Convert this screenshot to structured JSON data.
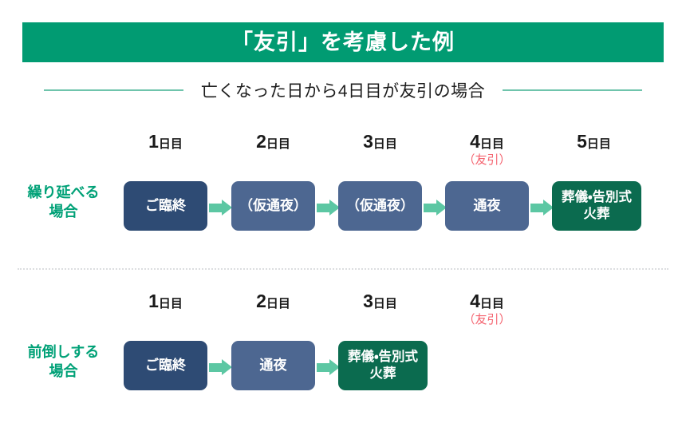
{
  "header": {
    "title": "「友引」を考慮した例",
    "banner_color": "#019B72"
  },
  "subtitle": {
    "text": "亡くなった日から4日目が友引の場合",
    "rule_color": "#6FC4AC"
  },
  "colors": {
    "accent_green": "#00A177",
    "node_dark": "#2E4B74",
    "node_mid": "#4D6791",
    "node_green": "#0B6B4F",
    "arrow": "#5CC7A3",
    "note_red": "#F4636F",
    "divider": "#DCDEE0"
  },
  "sections": [
    {
      "label": "繰り延べる\n場合",
      "label_line1": "繰り延べる",
      "label_line2": "場合",
      "days": [
        {
          "number": "1",
          "unit": "日目",
          "note": ""
        },
        {
          "number": "2",
          "unit": "日目",
          "note": ""
        },
        {
          "number": "3",
          "unit": "日目",
          "note": ""
        },
        {
          "number": "4",
          "unit": "日目",
          "note": "（友引）"
        },
        {
          "number": "5",
          "unit": "日目",
          "note": ""
        }
      ],
      "nodes": [
        {
          "text": "ご臨終",
          "style": "dark"
        },
        {
          "text": "（仮通夜）",
          "style": "mid"
        },
        {
          "text": "（仮通夜）",
          "style": "mid"
        },
        {
          "text": "通夜",
          "style": "mid"
        },
        {
          "line1": "葬儀・告別式",
          "line2": "火葬",
          "style": "green"
        }
      ]
    },
    {
      "label": "前倒しする\n場合",
      "label_line1": "前倒しする",
      "label_line2": "場合",
      "days": [
        {
          "number": "1",
          "unit": "日目",
          "note": ""
        },
        {
          "number": "2",
          "unit": "日目",
          "note": ""
        },
        {
          "number": "3",
          "unit": "日目",
          "note": ""
        },
        {
          "number": "4",
          "unit": "日目",
          "note": "（友引）"
        }
      ],
      "nodes": [
        {
          "text": "ご臨終",
          "style": "dark"
        },
        {
          "text": "通夜",
          "style": "mid"
        },
        {
          "line1": "葬儀・告別式",
          "line2": "火葬",
          "style": "green"
        }
      ]
    }
  ]
}
